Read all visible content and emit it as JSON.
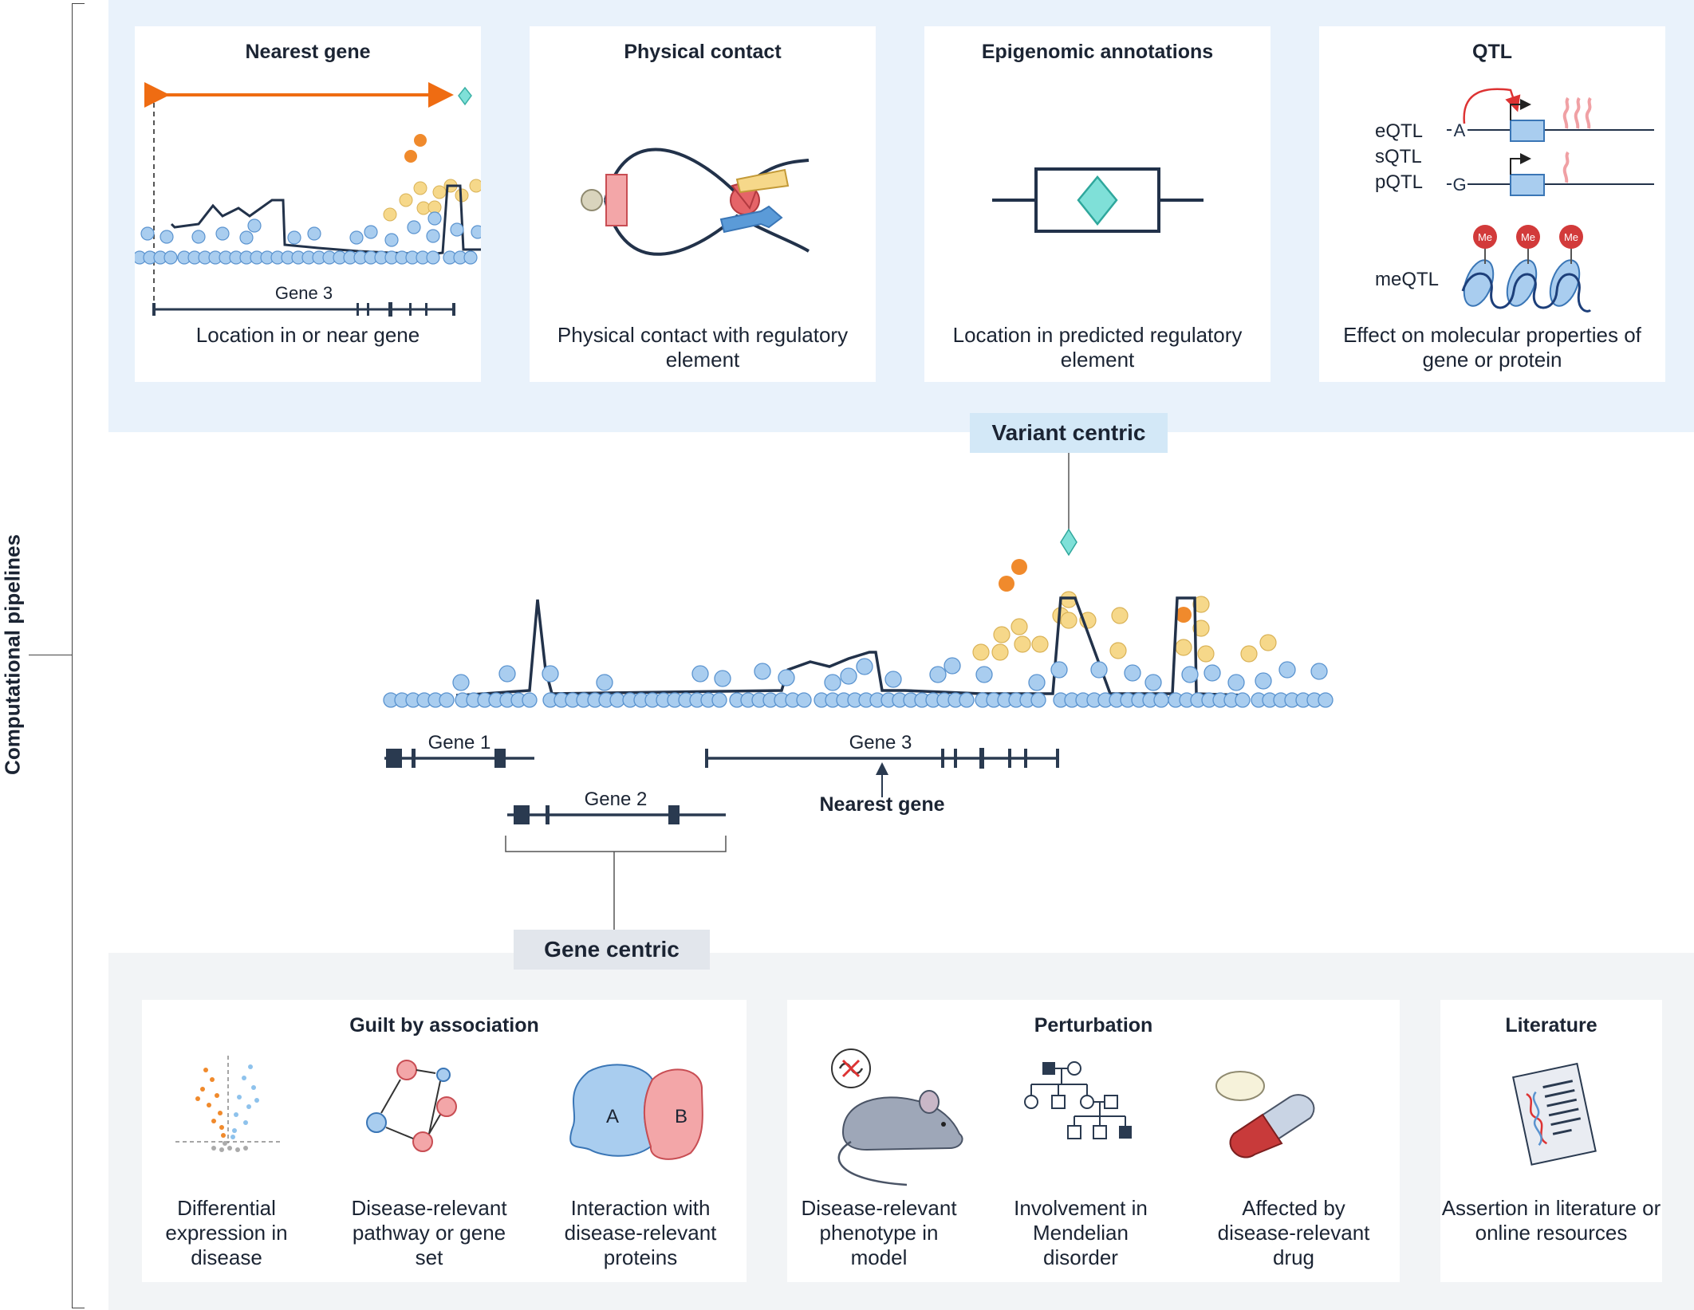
{
  "side_label": "Computational pipelines",
  "variant_centric": {
    "label": "Variant centric",
    "cards": [
      {
        "title": "Nearest gene",
        "caption": "Location in or near gene",
        "gene_label": "Gene 3"
      },
      {
        "title": "Physical contact",
        "caption": "Physical contact with regulatory element"
      },
      {
        "title": "Epigenomic annotations",
        "caption": "Location in predicted regulatory element"
      },
      {
        "title": "QTL",
        "caption": "Effect on molecular properties of gene or protein",
        "qtl_types": [
          "eQTL",
          "sQTL",
          "pQTL",
          "meQTL"
        ],
        "alleles": [
          "A",
          "G"
        ],
        "me_label": "Me"
      }
    ]
  },
  "locus": {
    "genes": [
      "Gene 1",
      "Gene 2",
      "Gene 3"
    ],
    "nearest_label": "Nearest gene"
  },
  "gene_centric": {
    "label": "Gene centric",
    "groups": [
      {
        "title": "Guilt by association",
        "items": [
          "Differential expression in disease",
          "Disease-relevant pathway or gene set",
          "Interaction with disease-relevant proteins"
        ],
        "protein_labels": [
          "A",
          "B"
        ]
      },
      {
        "title": "Perturbation",
        "items": [
          "Disease-relevant phenotype in model",
          "Involvement in Mendelian disorder",
          "Affected by disease-relevant drug"
        ]
      },
      {
        "title": "Literature",
        "items": [
          "Assertion in literature or online resources"
        ]
      }
    ]
  },
  "colors": {
    "blue_dot": "#a9cdef",
    "blue_dot_stroke": "#5a93cf",
    "yellow_dot": "#f6d88a",
    "orange_dot": "#f08a2c",
    "teal": "#7fe0d8",
    "navy": "#2a3a50",
    "orange_arrow": "#ef6c12",
    "red": "#e8898b",
    "top_band": "#e9f2fb",
    "bottom_band": "#f2f4f6"
  }
}
